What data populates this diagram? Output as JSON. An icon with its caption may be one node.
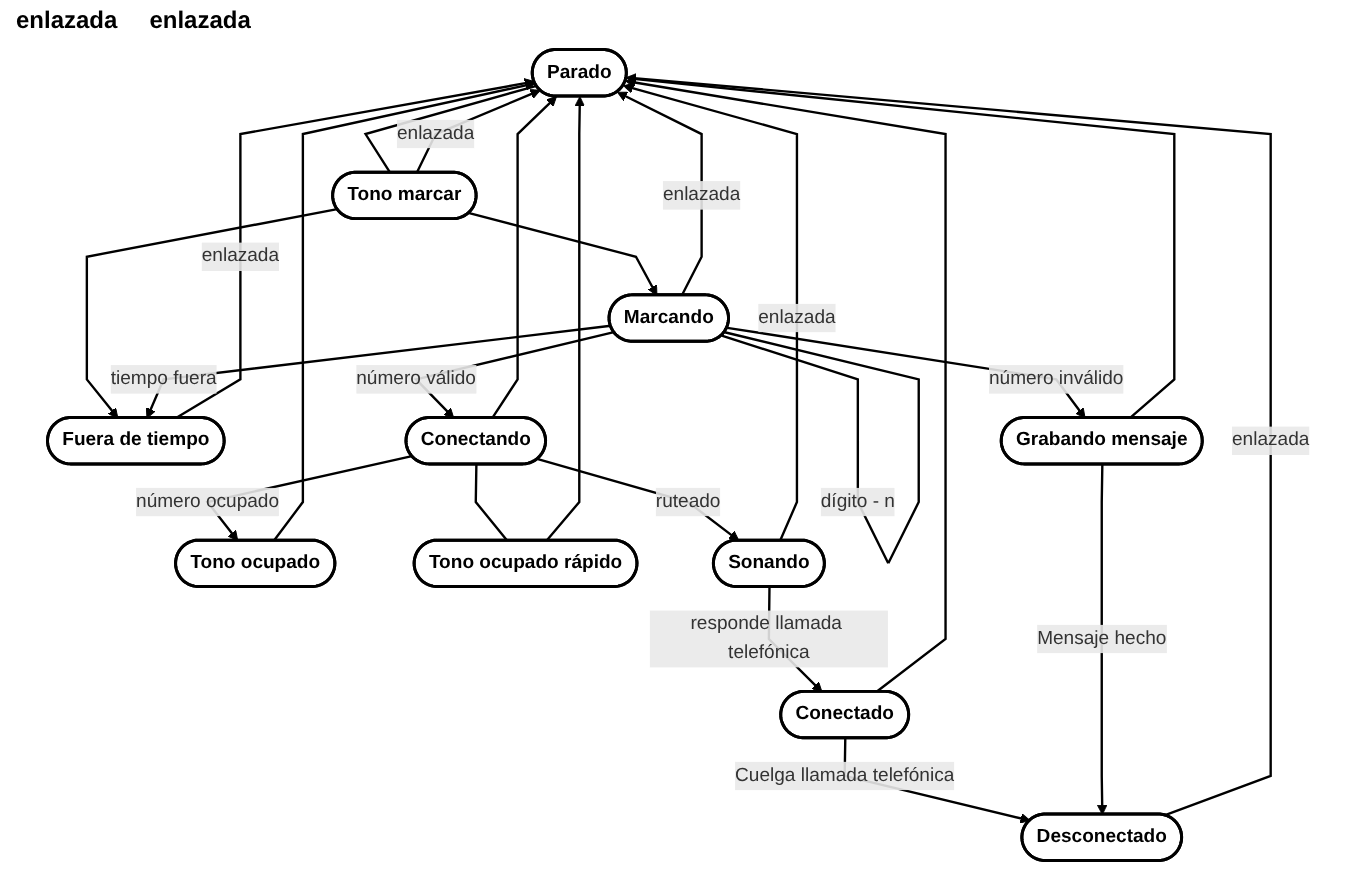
{
  "diagram": {
    "nodes": [
      {
        "text": [
          "Parado"
        ]
      },
      {
        "text": [
          "Tono marcar"
        ]
      },
      {
        "text": [
          "Fuera de tiempo"
        ]
      },
      {
        "text": [
          "Marcando"
        ]
      },
      {
        "text": [
          "Grabando mensaje"
        ]
      },
      {
        "text": [
          "Tono ocupado"
        ]
      },
      {
        "text": [
          "Conectando"
        ]
      },
      {
        "text": [
          "Tono ocupado rápido"
        ]
      },
      {
        "text": [
          "Sonando"
        ]
      },
      {
        "text": [
          "Conectado"
        ]
      },
      {
        "text": [
          "Desconectado"
        ]
      }
    ],
    "edges": [
      {
        "from": 0,
        "to": 1,
        "arrow": "none"
      },
      {
        "from": 1,
        "to": 3,
        "arrow": "to"
      },
      {
        "from": 1,
        "to": 2,
        "arrow": "to"
      },
      {
        "from": 3,
        "to": 2,
        "arrow": "to",
        "label": "tiempo fuera"
      },
      {
        "from": 3,
        "to": 4,
        "arrow": "to",
        "label": "número inválido"
      },
      {
        "from": 3,
        "to": 3,
        "arrow": "none",
        "label": "dígito - n"
      },
      {
        "from": 3,
        "to": 6,
        "arrow": "to",
        "label": "número válido"
      },
      {
        "from": 6,
        "to": 5,
        "arrow": "to",
        "label": "número ocupado"
      },
      {
        "from": 6,
        "to": 7,
        "arrow": "none"
      },
      {
        "from": 6,
        "to": 8,
        "arrow": "to",
        "label": "ruteado"
      },
      {
        "from": 8,
        "to": 9,
        "arrow": "to",
        "label": "responde llamada telefónica"
      },
      {
        "from": 9,
        "to": 10,
        "arrow": "to",
        "label": "Cuelga llamada telefónica"
      },
      {
        "from": 4,
        "to": 10,
        "arrow": "to",
        "label": "Mensaje hecho"
      },
      {
        "from": 2,
        "to": 0,
        "arrow": "to",
        "label": "enlazada"
      },
      {
        "from": 4,
        "to": 0,
        "arrow": "to"
      },
      {
        "from": 1,
        "to": 0,
        "arrow": "to",
        "label": "enlazada"
      },
      {
        "from": 3,
        "to": 0,
        "arrow": "to",
        "label": "enlazada"
      },
      {
        "from": 5,
        "to": 0,
        "arrow": "to"
      },
      {
        "from": 6,
        "to": 0,
        "arrow": "to"
      },
      {
        "from": 7,
        "to": 0,
        "arrow": "to"
      },
      {
        "from": 8,
        "to": 0,
        "arrow": "to",
        "label": "enlazada"
      },
      {
        "from": 9,
        "to": 0,
        "arrow": "to"
      },
      {
        "from": 10,
        "to": 0,
        "arrow": "to",
        "label": "enlazada"
      }
    ],
    "labels": [
      "enlazada",
      "enlazada"
    ]
  }
}
